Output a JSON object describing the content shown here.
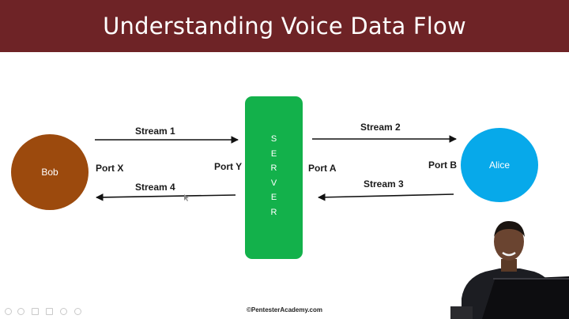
{
  "slide": {
    "title": "Understanding Voice Data Flow"
  },
  "nodes": {
    "bob": "Bob",
    "alice": "Alice",
    "server_letters": [
      "S",
      "E",
      "R",
      "V",
      "E",
      "R"
    ]
  },
  "ports": {
    "x": "Port X",
    "y": "Port Y",
    "a": "Port A",
    "b": "Port B"
  },
  "streams": {
    "s1": "Stream 1",
    "s2": "Stream 2",
    "s3": "Stream 3",
    "s4": "Stream 4"
  },
  "footer": {
    "credit": "©PentesterAcademy.com"
  },
  "colors": {
    "title_bar": "#6e2326",
    "bob": "#9c4a0d",
    "server": "#13b14b",
    "alice": "#07a9ea"
  }
}
